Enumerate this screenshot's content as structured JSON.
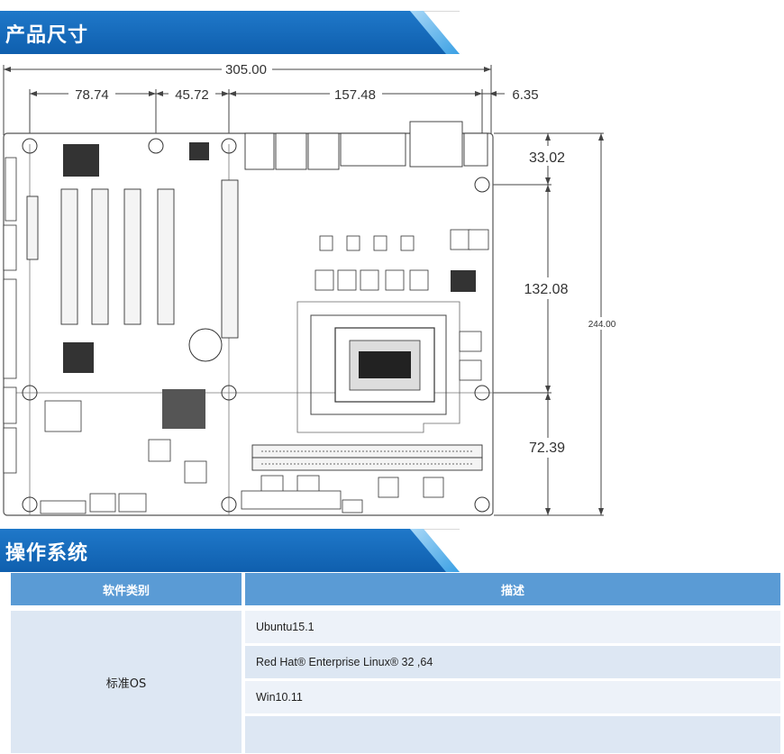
{
  "sections": {
    "dimensions_title": "产品尺寸",
    "os_title": "操作系统"
  },
  "dimensions": {
    "overall_width": "305.00",
    "seg1": "78.74",
    "seg2": "45.72",
    "seg3": "157.48",
    "seg4": "6.35",
    "v1": "33.02",
    "v2": "132.08",
    "v3": "72.39",
    "overall_height": "244.00"
  },
  "os_table": {
    "headers": [
      "软件类别",
      "描述"
    ],
    "category": "标准OS",
    "rows": [
      "Ubuntu15.1",
      "Red Hat® Enterprise Linux® 32 ,64",
      "Win10.11",
      ""
    ]
  },
  "colors": {
    "header_blue": "#0f5fae",
    "table_header": "#5a9bd5",
    "row_dark": "#dde7f3",
    "row_light": "#edf2f9"
  }
}
